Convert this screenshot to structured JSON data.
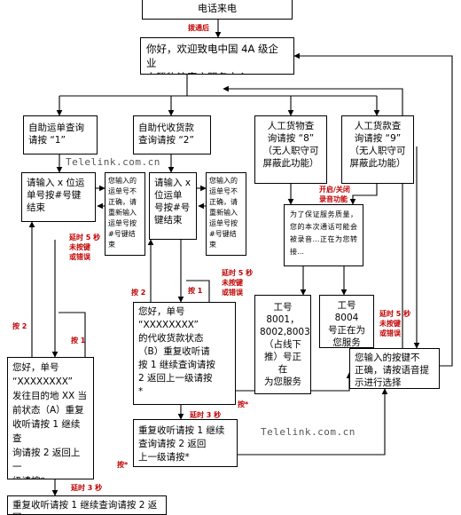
{
  "nodes": {
    "incoming_call": "电话来电",
    "welcome": "你好，欢迎致电中国 4A 级企业\n奔腾物流客户服务中心",
    "menu_1": "自助运单查询\n请按 “1”",
    "menu_2": "自助代收货款\n查询请按 “2”",
    "menu_8": "人工货物查\n询请按 “8”\n（无人职守可\n屏蔽此功能）",
    "menu_9": "人工货款查\n询请按 “9”\n（无人职守可\n屏蔽此功能）",
    "input_1": "请输入 x 位运\n单号按#号键\n结束",
    "error_1": "您输入的\n运单号不\n正确，请\n重新输入\n运单号按\n#号键结束",
    "input_2": "请输入 x\n位运单\n号按#号\n键结束",
    "error_2": "您输入的\n运单号不\n正确，请\n重新输入\n运单号按\n#号键结束",
    "recording": "为了保证服务质量，您的本次通话可能会被录音…正在为您转接…",
    "agent_a": "工号\n8001，\n8002,8003\n（占线下\n推）号正在\n为您服务",
    "agent_b": "工号 8004\n号正在为\n您服务",
    "status_2": "您好，单号\n“XXXXXXXX”\n的代收货款状态\n（B）重复收听请\n按 1 继续查询请按\n2 返回上一级请按\n*",
    "status_1": "您好，单号\n“XXXXXXXX”\n发往目的地 XX 当\n前状态（A）重复\n收听请按 1 继续查\n询请按 2 返回上一\n级请按*",
    "repeat_mid": "重复收听请按 1 继续查询请按 2 返回\n上一级请按*",
    "invalid_key": "您输入的按键不\n正确，请按语音提\n示进行选择",
    "repeat_bottom": "重复收听请按 1 继续查询请按 2 返回"
  },
  "labels": {
    "connected": "拨通后",
    "timeout_1": "延时 5 秒\n未按键\n或错误",
    "timeout_2": "延时 5 秒\n未按键\n或错误",
    "timeout_3": "延时 5 秒\n未按键\n或错误",
    "timeout_3s_mid": "延时 3 秒",
    "timeout_3s_bottom": "延时 3 秒",
    "record_toggle": "开启/关闭\n录音功能",
    "press_1_left": "按 1",
    "press_2_left": "按 2",
    "press_1_mid": "按 1",
    "press_2_mid": "按 2",
    "press_star_mid": "按*",
    "press_star_bottom": "按*"
  },
  "watermarks": {
    "top": "Telelink.com.cn",
    "bottom": "Telelink.com.cn"
  },
  "colors": {
    "label": "#c00000",
    "line": "#000000"
  }
}
